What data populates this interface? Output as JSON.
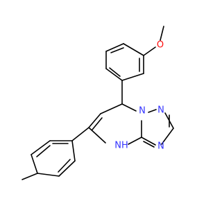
{
  "molecule": {
    "atoms": {
      "O": {
        "label": "O",
        "color": "#ff0d0d"
      },
      "N1": {
        "label": "N",
        "color": "#3333ff"
      },
      "N2": {
        "label": "N",
        "color": "#3333ff"
      },
      "N3": {
        "label": "N",
        "color": "#3333ff"
      },
      "NH": {
        "label": "NH",
        "color": "#3333ff"
      }
    }
  }
}
